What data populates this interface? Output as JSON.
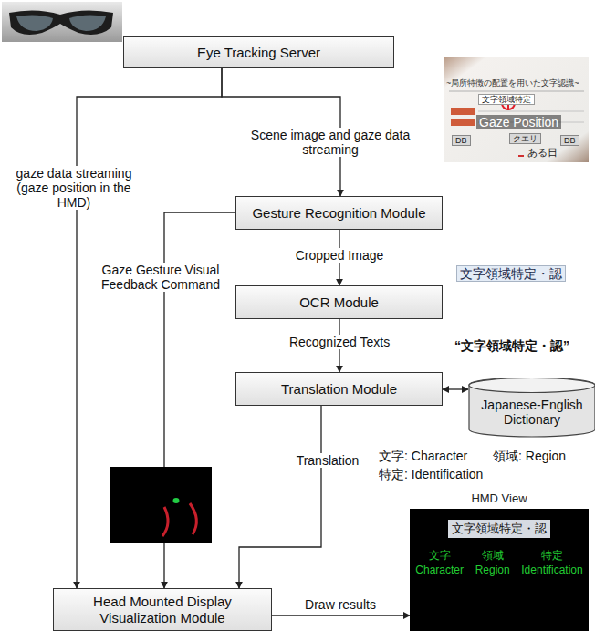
{
  "diagram": {
    "nodes": [
      {
        "text": [
          "Eye Tracking Server"
        ]
      },
      {
        "text": [
          "Gesture Recognition Module"
        ]
      },
      {
        "text": [
          "OCR Module"
        ]
      },
      {
        "text": [
          "Translation Module"
        ]
      },
      {
        "text": [
          "Japanese-English Dictionary"
        ]
      },
      {
        "text": [
          "Head Mounted Display Visualization Module"
        ]
      },
      {
        "text": [
          "HMD View",
          "文字領域特定・認",
          "文字",
          "Character",
          "領域",
          "Region",
          "特定",
          "Identification"
        ]
      }
    ],
    "edges": [
      {
        "from": 0,
        "to": 5,
        "arrow": "to",
        "label": "gaze data streaming (gaze position in the HMD)"
      },
      {
        "from": 0,
        "to": 1,
        "arrow": "to",
        "label": "Scene image and gaze data streaming"
      },
      {
        "from": 1,
        "to": 2,
        "arrow": "to",
        "label": "Cropped Image"
      },
      {
        "from": 2,
        "to": 3,
        "arrow": "to",
        "label": "Recognized Texts"
      },
      {
        "from": 3,
        "to": 4,
        "arrow": "both"
      },
      {
        "from": 1,
        "to": 5,
        "arrow": "to",
        "label": "Gaze Gesture Visual Feedback Command"
      },
      {
        "from": 3,
        "to": 5,
        "arrow": "to",
        "label": "Translation"
      },
      {
        "from": 5,
        "to": 6,
        "arrow": "to",
        "label": "Draw results"
      }
    ],
    "labels": [
      "~局所特徴の配置を用いた文字認識~",
      "文字領域特定",
      "Gaze Position",
      "DB",
      "クエリ",
      "DB",
      "ある日",
      "文字領域特定・認",
      "“文字領域特定・認”",
      "文字: Character",
      "領域: Region",
      "特定: Identification"
    ]
  }
}
